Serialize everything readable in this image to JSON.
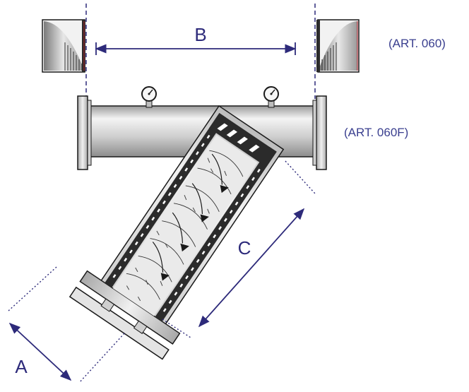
{
  "diagram": {
    "dimensions": {
      "a": "A",
      "b": "B",
      "c": "C"
    },
    "labels": {
      "art_060": "(ART. 060)",
      "art_060f": "(ART. 060F)"
    }
  },
  "colors": {
    "dimension": "#2d2a7a",
    "label": "#3a3f8f",
    "outline": "#1a1a1a",
    "pipe_fill": "#cfcfcf",
    "cartridge_dark": "#2b2b2b",
    "screen_fill": "#e6e6e6"
  },
  "icons": [
    "pressure-gauge-icon",
    "flow-arrow-icon",
    "thread-connector-icon"
  ]
}
